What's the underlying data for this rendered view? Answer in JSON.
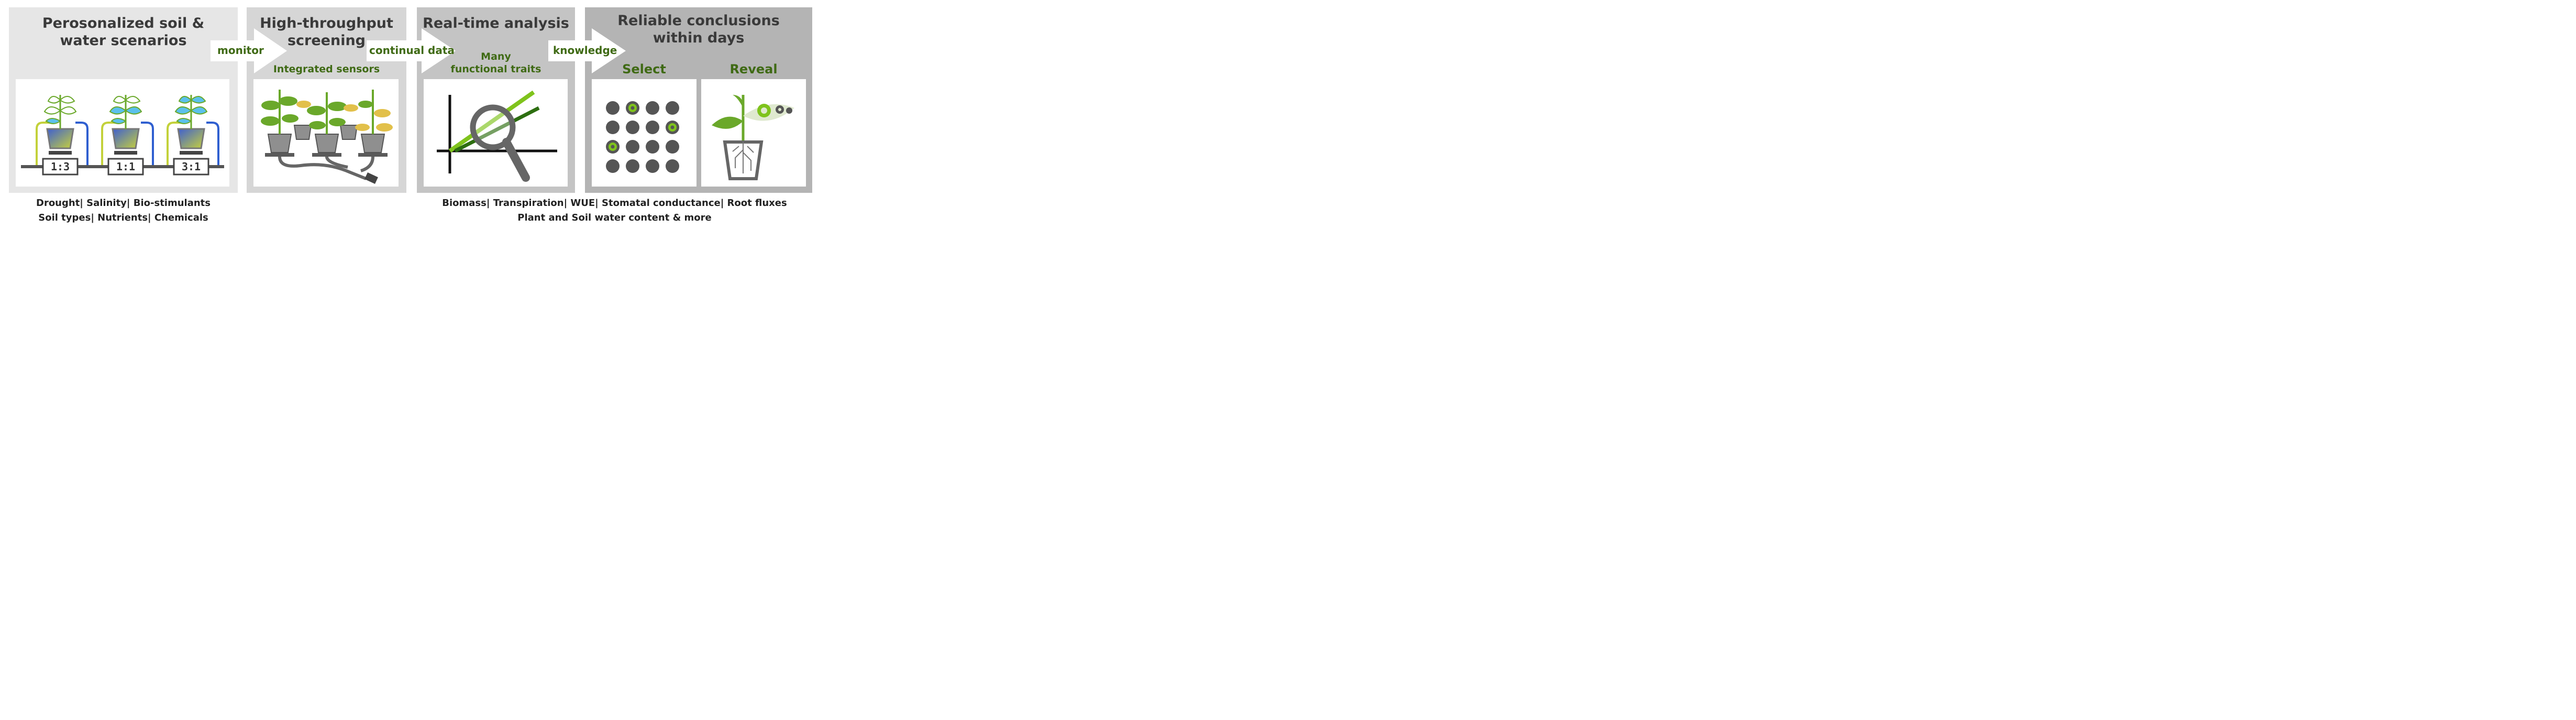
{
  "panels": [
    {
      "title_line1": "Perosonalized soil &",
      "title_line2": "water scenarios"
    },
    {
      "title_line1": "High-throughput",
      "title_line2": "screening",
      "sub": "Integrated sensors"
    },
    {
      "title_line1": "Real-time analysis",
      "sub_line1": "Many",
      "sub_line2": "functional traits"
    },
    {
      "title_line1": "Reliable conclusions",
      "title_line2": "within days",
      "sub_left": "Select",
      "sub_right": "Reveal"
    }
  ],
  "arrows": [
    "monitor",
    "continual data",
    "knowledge"
  ],
  "displays": [
    "1:3",
    "1:1",
    "3:1"
  ],
  "bottom_left": {
    "line1": "Drought| Salinity| Bio-stimulants",
    "line2": "Soil types| Nutrients| Chemicals"
  },
  "bottom_right": {
    "line1": "Biomass| Transpiration| WUE| Stomatal conductance| Root fluxes",
    "line2": "Plant and Soil water content & more"
  },
  "colors": {
    "panel1": "#e6e6e6",
    "panel2": "#d6d6d6",
    "panel3": "#c4c4c4",
    "panel4": "#b4b4b4",
    "green_dark": "#3f6a14",
    "green_light": "#7fc31c",
    "water": "#5bc0eb",
    "pot": "#8a8a8a"
  }
}
